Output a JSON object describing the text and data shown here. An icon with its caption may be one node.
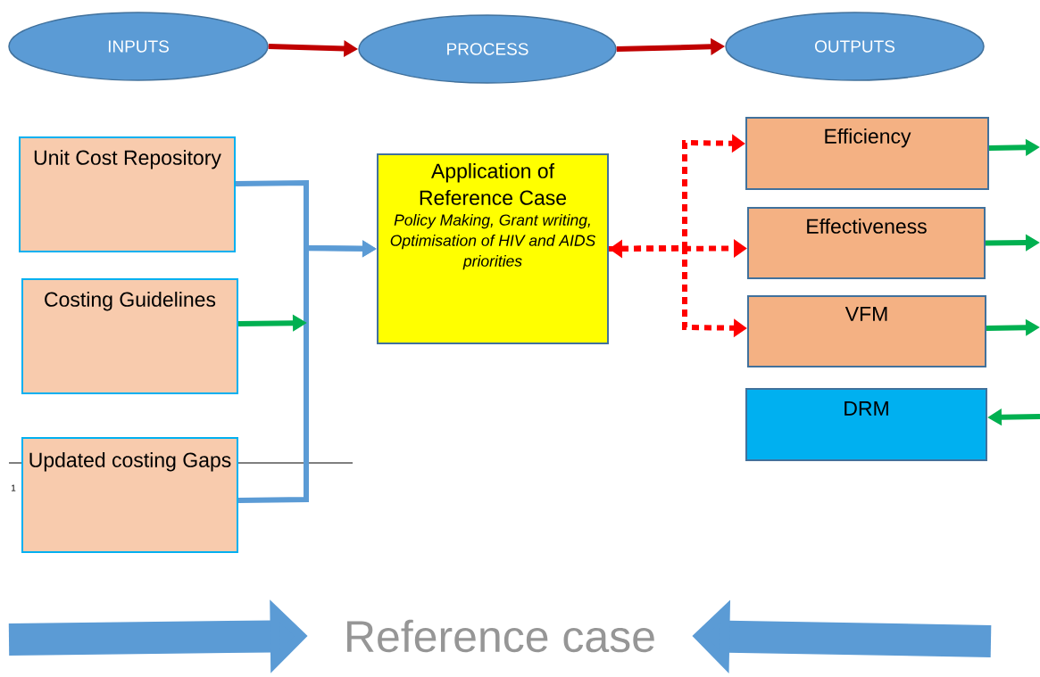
{
  "diagram": {
    "nodes": [
      {
        "text": [
          "INPUTS"
        ]
      },
      {
        "text": [
          "PROCESS"
        ]
      },
      {
        "text": [
          "OUTPUTS"
        ]
      },
      {
        "text": [
          "Unit Cost Repository"
        ]
      },
      {
        "text": [
          "Costing Guidelines"
        ]
      },
      {
        "text": [
          "Updated costing Gaps"
        ]
      },
      {
        "text": [
          "Application of Reference Case",
          "Policy Making, Grant writing, Optimisation of HIV and AIDS priorities"
        ]
      },
      {
        "text": [
          "Efficiency"
        ]
      },
      {
        "text": [
          "Effectiveness"
        ]
      },
      {
        "text": [
          "VFM"
        ]
      },
      {
        "text": [
          "DRM"
        ]
      },
      {
        "text": [
          "Reference case"
        ]
      }
    ],
    "edges": [
      {
        "from": 0,
        "to": 1,
        "arrow": "to",
        "color": "#c00000"
      },
      {
        "from": 1,
        "to": 2,
        "arrow": "to",
        "color": "#c00000"
      },
      {
        "from": 3,
        "to": 6,
        "arrow": "to",
        "color": "#5b9bd5"
      },
      {
        "from": 5,
        "to": 6,
        "arrow": "to",
        "color": "#5b9bd5"
      },
      {
        "from": 4,
        "to": null,
        "arrow": "to",
        "color": "#00b050"
      },
      {
        "from": 6,
        "to": 8,
        "arrow": "both",
        "style": "dashed",
        "color": "#ff0000"
      },
      {
        "from": 6,
        "to": 7,
        "arrow": "to",
        "style": "dashed",
        "color": "#ff0000"
      },
      {
        "from": 6,
        "to": 9,
        "arrow": "to",
        "style": "dashed",
        "color": "#ff0000"
      },
      {
        "from": 7,
        "to": null,
        "arrow": "to",
        "color": "#00b050"
      },
      {
        "from": 8,
        "to": null,
        "arrow": "to",
        "color": "#00b050"
      },
      {
        "from": 9,
        "to": null,
        "arrow": "to",
        "color": "#00b050"
      },
      {
        "from": null,
        "to": 10,
        "arrow": "to",
        "color": "#00b050"
      },
      {
        "from": null,
        "to": 11,
        "arrow": "to",
        "style": "thick",
        "color": "#5b9bd5"
      },
      {
        "from": null,
        "to": 11,
        "arrow": "to",
        "style": "thick",
        "color": "#5b9bd5"
      }
    ],
    "labels": [
      "1"
    ]
  }
}
